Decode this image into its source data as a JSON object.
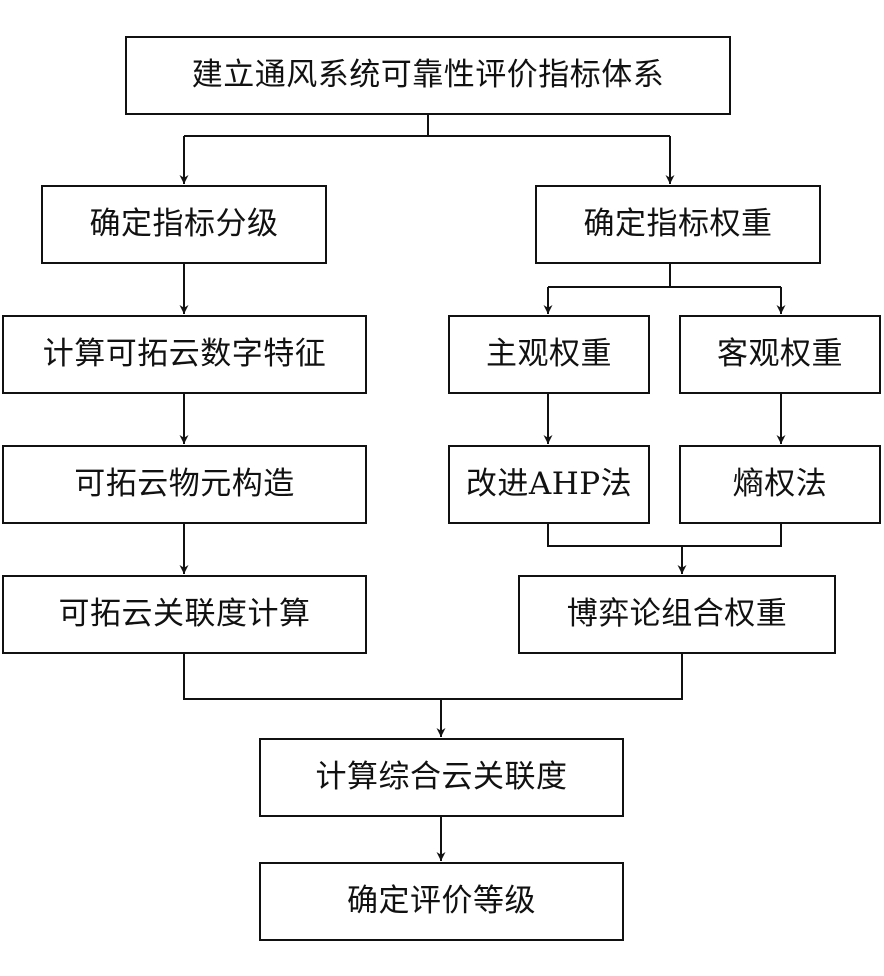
{
  "flowchart": {
    "nodes": {
      "top": "建立通风系统可靠性评价指标体系",
      "grade": "确定指标分级",
      "weight": "确定指标权重",
      "digital": "计算可拓云数字特征",
      "subjective": "主观权重",
      "objective": "客观权重",
      "matter_element": "可拓云物元构造",
      "ahp": "改进AHP法",
      "entropy": "熵权法",
      "correlation": "可拓云关联度计算",
      "game": "博弈论组合权重",
      "comprehensive": "计算综合云关联度",
      "rating": "确定评价等级"
    },
    "colors": {
      "line": "#111111",
      "box_border": "#111111",
      "background": "#ffffff"
    }
  }
}
